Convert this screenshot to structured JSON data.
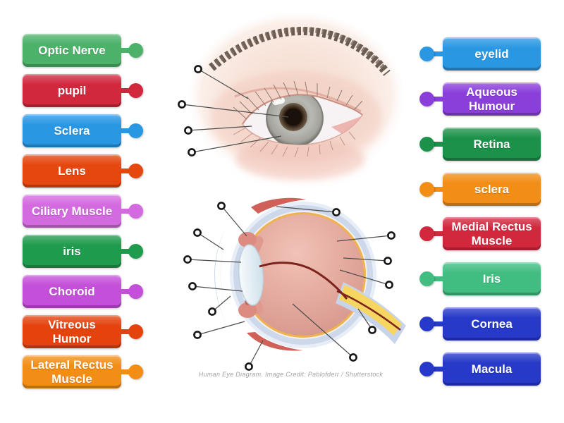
{
  "activity": {
    "type": "labelled-diagram",
    "subject": "Human Eye"
  },
  "caption": "Human Eye Diagram. Image Credit: Pablofderr / Shutterstock",
  "left_labels": [
    {
      "text": "Optic Nerve",
      "color": "#4cb269"
    },
    {
      "text": "pupil",
      "color": "#d2283e"
    },
    {
      "text": "Sclera",
      "color": "#2a97e3"
    },
    {
      "text": "Lens",
      "color": "#e5470e"
    },
    {
      "text": "Ciliary Muscle",
      "color": "#d46ae0"
    },
    {
      "text": "iris",
      "color": "#1f9b4d"
    },
    {
      "text": "Choroid",
      "color": "#c44fd9"
    },
    {
      "text": "Vitreous\nHumor",
      "color": "#e5430e"
    },
    {
      "text": "Lateral Rectus\nMuscle",
      "color": "#f28d15"
    }
  ],
  "right_labels": [
    {
      "text": "eyelid",
      "color": "#2a97e3"
    },
    {
      "text": "Aqueous\nHumour",
      "color": "#8a3fdb"
    },
    {
      "text": "Retina",
      "color": "#1b9149"
    },
    {
      "text": "sclera",
      "color": "#f28d15"
    },
    {
      "text": "Medial Rectus\nMuscle",
      "color": "#d2283e"
    },
    {
      "text": "Iris",
      "color": "#41bd81"
    },
    {
      "text": "Cornea",
      "color": "#2639c8"
    },
    {
      "text": "Macula",
      "color": "#2639c8"
    }
  ]
}
